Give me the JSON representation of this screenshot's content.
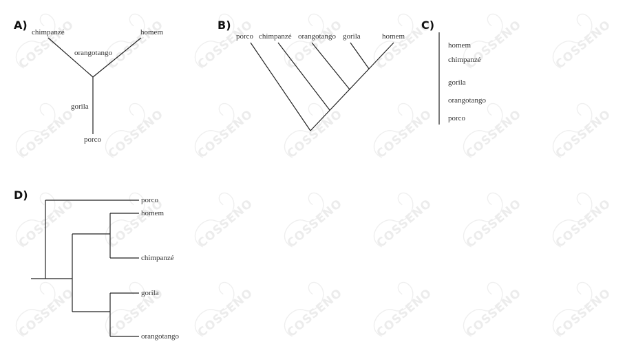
{
  "watermark": "COSSENO",
  "panels": {
    "a": {
      "label": "A)",
      "taxa": {
        "chimpanze": "chimpanzé",
        "homem": "homem",
        "orangotango": "orangotango",
        "gorila": "gorila",
        "porco": "porco"
      }
    },
    "b": {
      "label": "B)",
      "taxa": {
        "porco": "porco",
        "chimpanze": "chimpanzé",
        "orangotango": "orangotango",
        "gorila": "gorila",
        "homem": "homem"
      }
    },
    "c": {
      "label": "C)",
      "taxa": {
        "homem": "homem",
        "chimpanze": "chimpanzé",
        "gorila": "gorila",
        "orangotango": "orangotango",
        "porco": "porco"
      }
    },
    "d": {
      "label": "D)",
      "taxa": {
        "porco": "porco",
        "homem": "homem",
        "chimpanze": "chimpanzé",
        "gorila": "gorila",
        "orangotango": "orangotango"
      }
    }
  }
}
